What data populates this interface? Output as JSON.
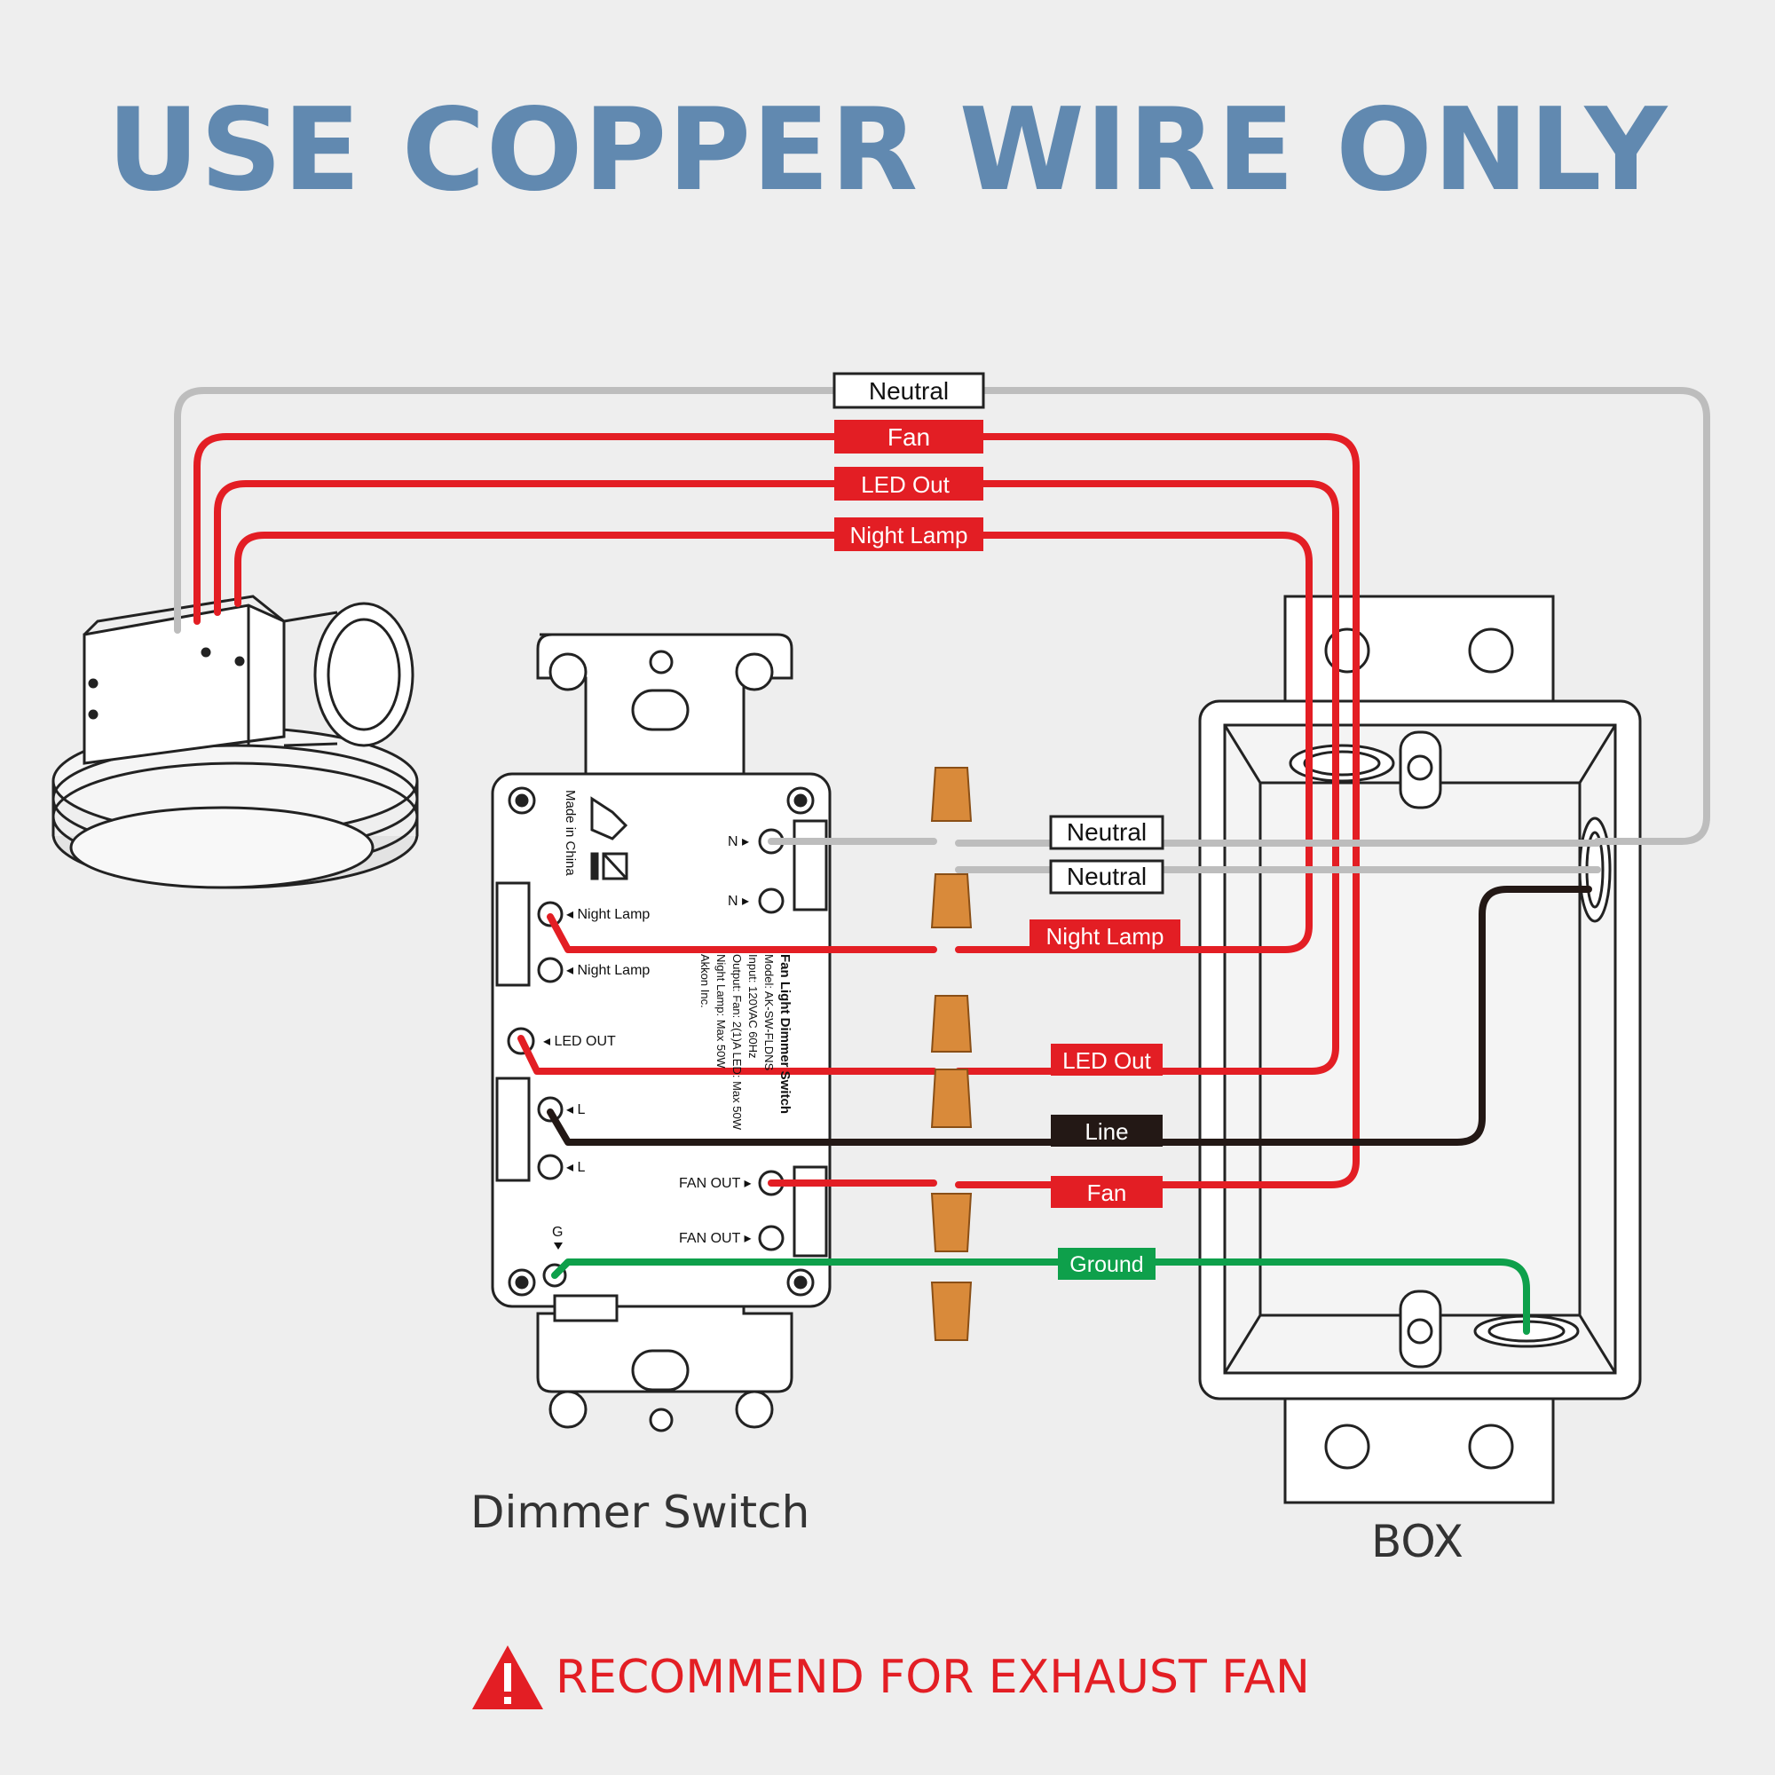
{
  "title": "USE COPPER WIRE ONLY",
  "colors": {
    "title": "#6189b0",
    "hot": "#e31e24",
    "neutral": "#bdbdbd",
    "line": "#231815",
    "ground": "#0ea04b",
    "connector": "#d98a3a"
  },
  "top_labels": {
    "neutral": "Neutral",
    "fan": "Fan",
    "led_out": "LED Out",
    "night_lamp": "Night Lamp"
  },
  "box_labels": {
    "neutral_1": "Neutral",
    "neutral_2": "Neutral",
    "night_lamp": "Night Lamp",
    "led_out": "LED Out",
    "line": "Line",
    "fan": "Fan",
    "ground": "Ground"
  },
  "switch": {
    "made_in": "Made in China",
    "terminals": {
      "n1": "N ▸",
      "n2": "N ▸",
      "night_lamp_1": "◂ Night Lamp",
      "night_lamp_2": "◂ Night Lamp",
      "led_out": "◂ LED OUT",
      "l1": "◂ L",
      "l2": "◂ L",
      "fan_out_1": "FAN OUT ▸",
      "fan_out_2": "FAN OUT ▸",
      "g": "G"
    },
    "spec_lines": [
      "Fan Light Dimmer Switch",
      "Model: AK-SW-FLDNS",
      "Input: 120VAC 60Hz",
      "Output: Fan: 2(1)A  LED: Max 50W",
      "Night Lamp: Max 50W",
      "Akkon Inc."
    ]
  },
  "captions": {
    "switch": "Dimmer Switch",
    "box": "BOX"
  },
  "warning": {
    "icon": "warning-triangle-icon",
    "text": "RECOMMEND FOR EXHAUST FAN"
  }
}
